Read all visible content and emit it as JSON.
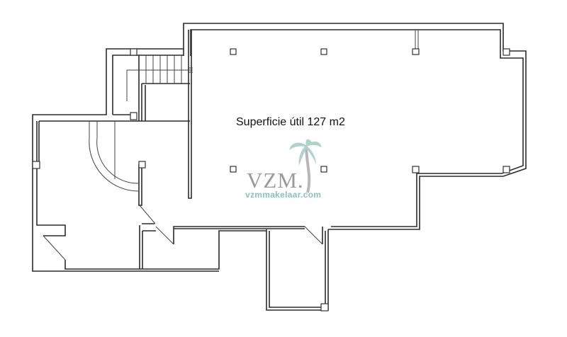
{
  "plan": {
    "area_label": "Superficie útil 127 m2"
  },
  "watermark": {
    "logo_text": "VZM.",
    "url": "vzmmakelaar.com",
    "logo_color": "#9a9a9a",
    "accent_color": "#8fc0b8"
  }
}
